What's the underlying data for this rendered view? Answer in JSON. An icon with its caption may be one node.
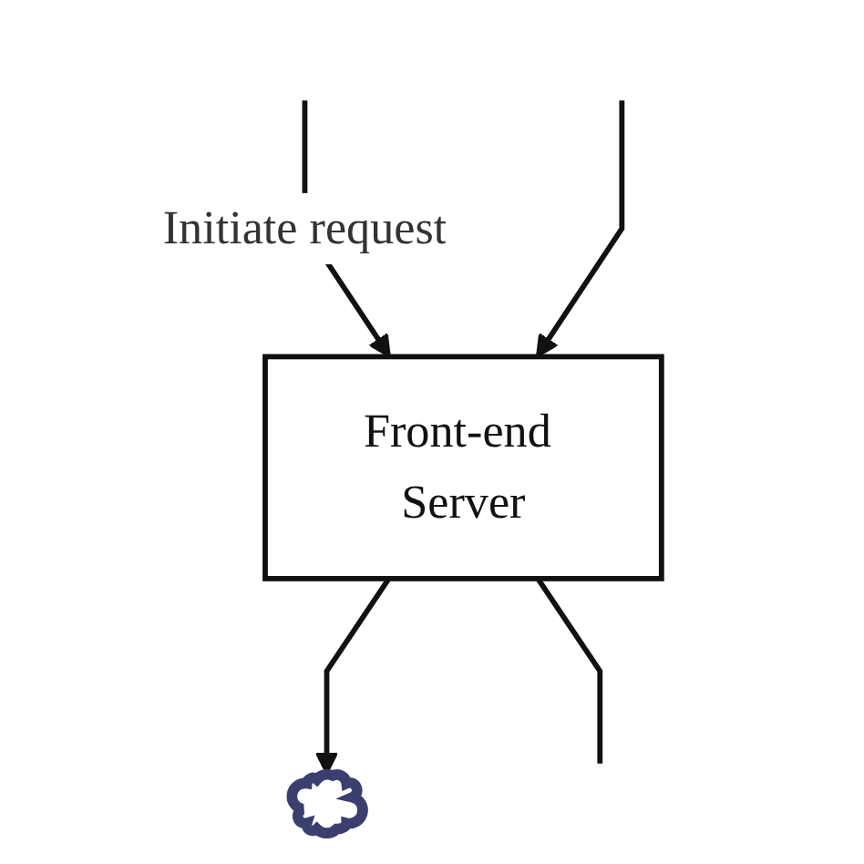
{
  "diagram": {
    "nodes": [
      {
        "text": [],
        "shape": "cloud"
      },
      {
        "text": [
          "Front-end Server"
        ]
      }
    ],
    "edges": [
      {
        "from": null,
        "to": 1,
        "arrow": "to",
        "label": "Initiate request"
      },
      {
        "from": 1,
        "to": 0,
        "arrow": "to"
      },
      {
        "from": 1,
        "to": null,
        "arrow": "none"
      },
      {
        "from": null,
        "to": 1,
        "arrow": "to"
      }
    ]
  }
}
